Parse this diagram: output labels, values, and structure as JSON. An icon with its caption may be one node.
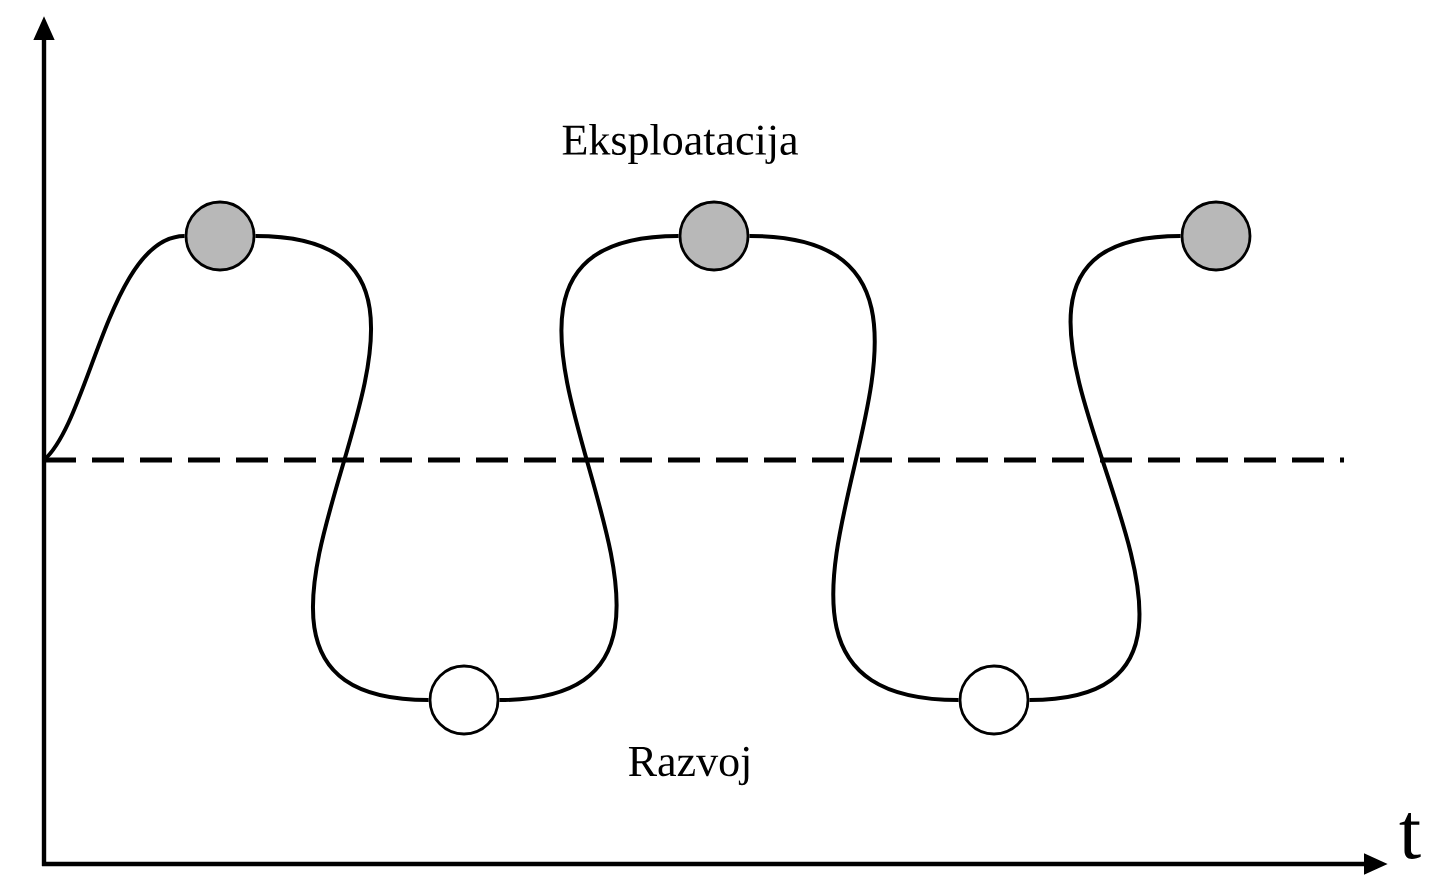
{
  "diagram": {
    "nodes": [
      {
        "text": [],
        "shape": "circle"
      },
      {
        "text": [],
        "shape": "circle"
      },
      {
        "text": [],
        "shape": "circle"
      },
      {
        "text": [],
        "shape": "circle"
      },
      {
        "text": [],
        "shape": "circle"
      }
    ],
    "edges": [
      {
        "from": null,
        "to": 0,
        "arrow": "none"
      },
      {
        "from": 0,
        "to": 1,
        "arrow": "none"
      },
      {
        "from": 1,
        "to": 2,
        "arrow": "none"
      },
      {
        "from": 2,
        "to": 3,
        "arrow": "none"
      },
      {
        "from": 3,
        "to": 4,
        "arrow": "none"
      }
    ],
    "labels": [
      "Eksploatacija",
      "Razvoj",
      "t"
    ]
  }
}
